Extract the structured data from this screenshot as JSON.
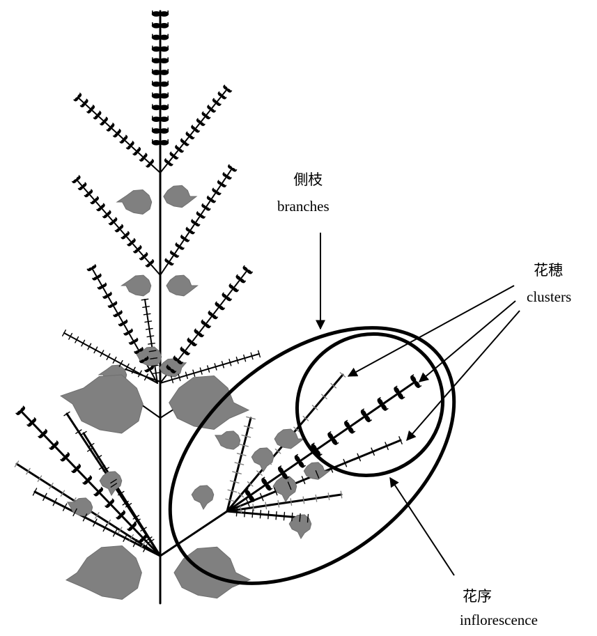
{
  "labels": {
    "branches": {
      "cn": "側枝",
      "en": "branches"
    },
    "clusters": {
      "cn": "花穂",
      "en": "clusters"
    },
    "inflorescence": {
      "cn": "花序",
      "en": "inflorescence"
    }
  },
  "colors": {
    "stroke": "#000000",
    "leaf": "#808080",
    "light_branch": "#808080",
    "background": "#ffffff"
  }
}
